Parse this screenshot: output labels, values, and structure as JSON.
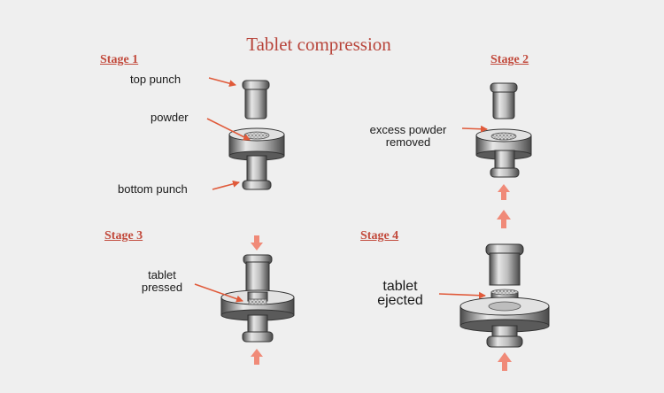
{
  "title": "Tablet compression",
  "stages": [
    {
      "label": "Stage 1"
    },
    {
      "label": "Stage 2"
    },
    {
      "label": "Stage 3"
    },
    {
      "label": "Stage 4"
    }
  ],
  "labels": {
    "top_punch": "top punch",
    "powder": "powder",
    "bottom_punch": "bottom punch",
    "excess_line1": "excess powder",
    "excess_line2": "removed",
    "pressed_line1": "tablet",
    "pressed_line2": "pressed",
    "ejected_line1": "tablet",
    "ejected_line2": "ejected"
  },
  "colors": {
    "background": "#efefef",
    "title": "#b8443a",
    "stage_label": "#c24a3c",
    "arrow": "#e05a3a",
    "big_arrow": "#f08a78",
    "metal_dark": "#4a4a4a",
    "metal_light": "#e6e6e6"
  }
}
